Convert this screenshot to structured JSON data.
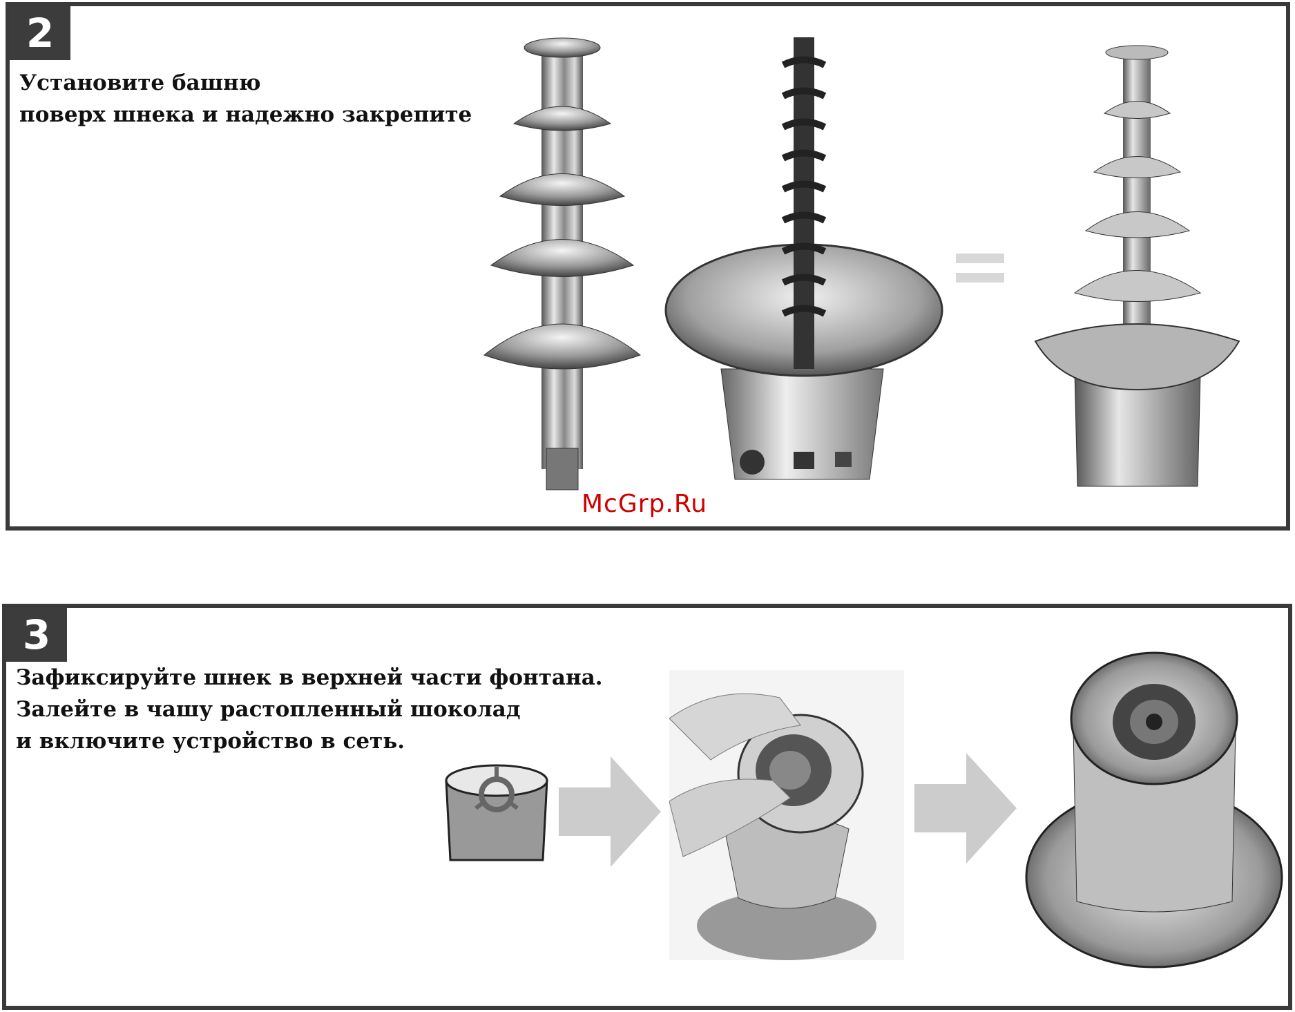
{
  "steps": [
    {
      "number": "2",
      "lines": [
        "Установите башню",
        "поверх шнека и надежно закрепите"
      ],
      "illustrations": [
        "fountain-tower",
        "auger-base",
        "equals-sign",
        "assembled-fountain"
      ]
    },
    {
      "number": "3",
      "lines": [
        "Зафиксируйте шнек в верхней части фонтана.",
        "Залейте в чашу растопленный шоколад",
        "и включите устройство в сеть."
      ],
      "illustrations": [
        "crown-ring",
        "arrow-right",
        "hand-inserting-crown",
        "arrow-right",
        "fountain-top-view"
      ]
    }
  ],
  "watermark": "McGrp.Ru"
}
